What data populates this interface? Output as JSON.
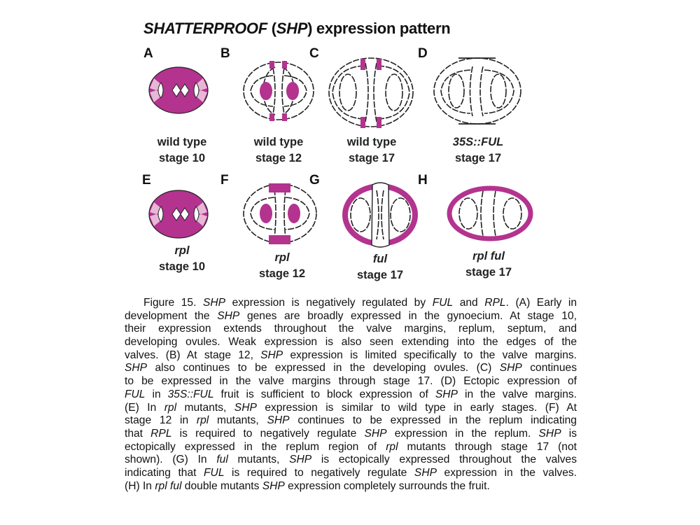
{
  "title": {
    "part1": "SHATTERPROOF",
    "part2": " (",
    "part3": "SHP",
    "part4": ") expression pattern"
  },
  "colors": {
    "expression": "#b3338f",
    "weak": "#e6b8d6",
    "outline": "#222222"
  },
  "panels": [
    {
      "letter": "A",
      "genotype": "wild type",
      "genotype_italic": false,
      "stage": "stage 10"
    },
    {
      "letter": "B",
      "genotype": "wild type",
      "genotype_italic": false,
      "stage": "stage 12"
    },
    {
      "letter": "C",
      "genotype": "wild type",
      "genotype_italic": false,
      "stage": "stage 17"
    },
    {
      "letter": "D",
      "genotype": "35S::FUL",
      "genotype_italic": true,
      "stage": "stage 17"
    },
    {
      "letter": "E",
      "genotype": "rpl",
      "genotype_italic": true,
      "stage": "stage 10"
    },
    {
      "letter": "F",
      "genotype": "rpl",
      "genotype_italic": true,
      "stage": "stage 12"
    },
    {
      "letter": "G",
      "genotype": "ful",
      "genotype_italic": true,
      "stage": "stage 17"
    },
    {
      "letter": "H",
      "genotype": "rpl ful",
      "genotype_italic": true,
      "stage": "stage 17"
    }
  ],
  "caption_lines": [
    [
      {
        "t": "Figure 15. "
      },
      {
        "t": "SHP",
        "i": true
      },
      {
        "t": " expression is negatively regulated by "
      },
      {
        "t": "FUL",
        "i": true
      },
      {
        "t": " and "
      },
      {
        "t": "RPL",
        "i": true
      },
      {
        "t": ". (A) Early in"
      }
    ],
    [
      {
        "t": "development the "
      },
      {
        "t": "SHP",
        "i": true
      },
      {
        "t": " genes are broadly expressed in the gynoecium. At stage 10,"
      }
    ],
    [
      {
        "t": "their expression extends throughout the valve margins, replum, septum, and"
      }
    ],
    [
      {
        "t": "developing ovules. Weak expression is also seen extending into the edges of the"
      }
    ],
    [
      {
        "t": "valves. (B) At stage 12, "
      },
      {
        "t": "SHP",
        "i": true
      },
      {
        "t": " expression is limited specifically to the valve margins."
      }
    ],
    [
      {
        "t": "SHP",
        "i": true
      },
      {
        "t": " also continues to be expressed in the developing ovules. (C) "
      },
      {
        "t": "SHP",
        "i": true
      },
      {
        "t": " continues"
      }
    ],
    [
      {
        "t": "to be expressed in the valve margins through stage 17. (D) Ectopic expression of"
      }
    ],
    [
      {
        "t": "FUL",
        "i": true
      },
      {
        "t": " in "
      },
      {
        "t": "35S::FUL",
        "i": true
      },
      {
        "t": " fruit is sufficient to block expression of "
      },
      {
        "t": "SHP",
        "i": true
      },
      {
        "t": " in the valve margins."
      }
    ],
    [
      {
        "t": "(E) In "
      },
      {
        "t": "rpl",
        "i": true
      },
      {
        "t": " mutants, "
      },
      {
        "t": "SHP",
        "i": true
      },
      {
        "t": " expression is similar to wild type in early stages. (F) At"
      }
    ],
    [
      {
        "t": "stage 12 in "
      },
      {
        "t": "rpl",
        "i": true
      },
      {
        "t": " mutants, "
      },
      {
        "t": "SHP",
        "i": true
      },
      {
        "t": " continues to be expressed in the replum indicating"
      }
    ],
    [
      {
        "t": "that "
      },
      {
        "t": "RPL",
        "i": true
      },
      {
        "t": " is required to negatively regulate "
      },
      {
        "t": "SHP",
        "i": true
      },
      {
        "t": " expression in the replum. "
      },
      {
        "t": "SHP",
        "i": true
      },
      {
        "t": " is"
      }
    ],
    [
      {
        "t": "ectopically expressed in the replum region of "
      },
      {
        "t": "rpl",
        "i": true
      },
      {
        "t": " mutants through stage 17 (not"
      }
    ],
    [
      {
        "t": "shown). (G)  In "
      },
      {
        "t": "ful",
        "i": true
      },
      {
        "t": " mutants, "
      },
      {
        "t": "SHP",
        "i": true
      },
      {
        "t": " is ectopically expressed throughout the valves"
      }
    ],
    [
      {
        "t": "indicating that "
      },
      {
        "t": "FUL",
        "i": true
      },
      {
        "t": " is required to negatively regulate "
      },
      {
        "t": "SHP",
        "i": true
      },
      {
        "t": " expression in the valves."
      }
    ],
    [
      {
        "t": "(H) In "
      },
      {
        "t": "rpl ful",
        "i": true
      },
      {
        "t": " double mutants "
      },
      {
        "t": "SHP",
        "i": true
      },
      {
        "t": " expression completely surrounds the fruit."
      }
    ]
  ]
}
